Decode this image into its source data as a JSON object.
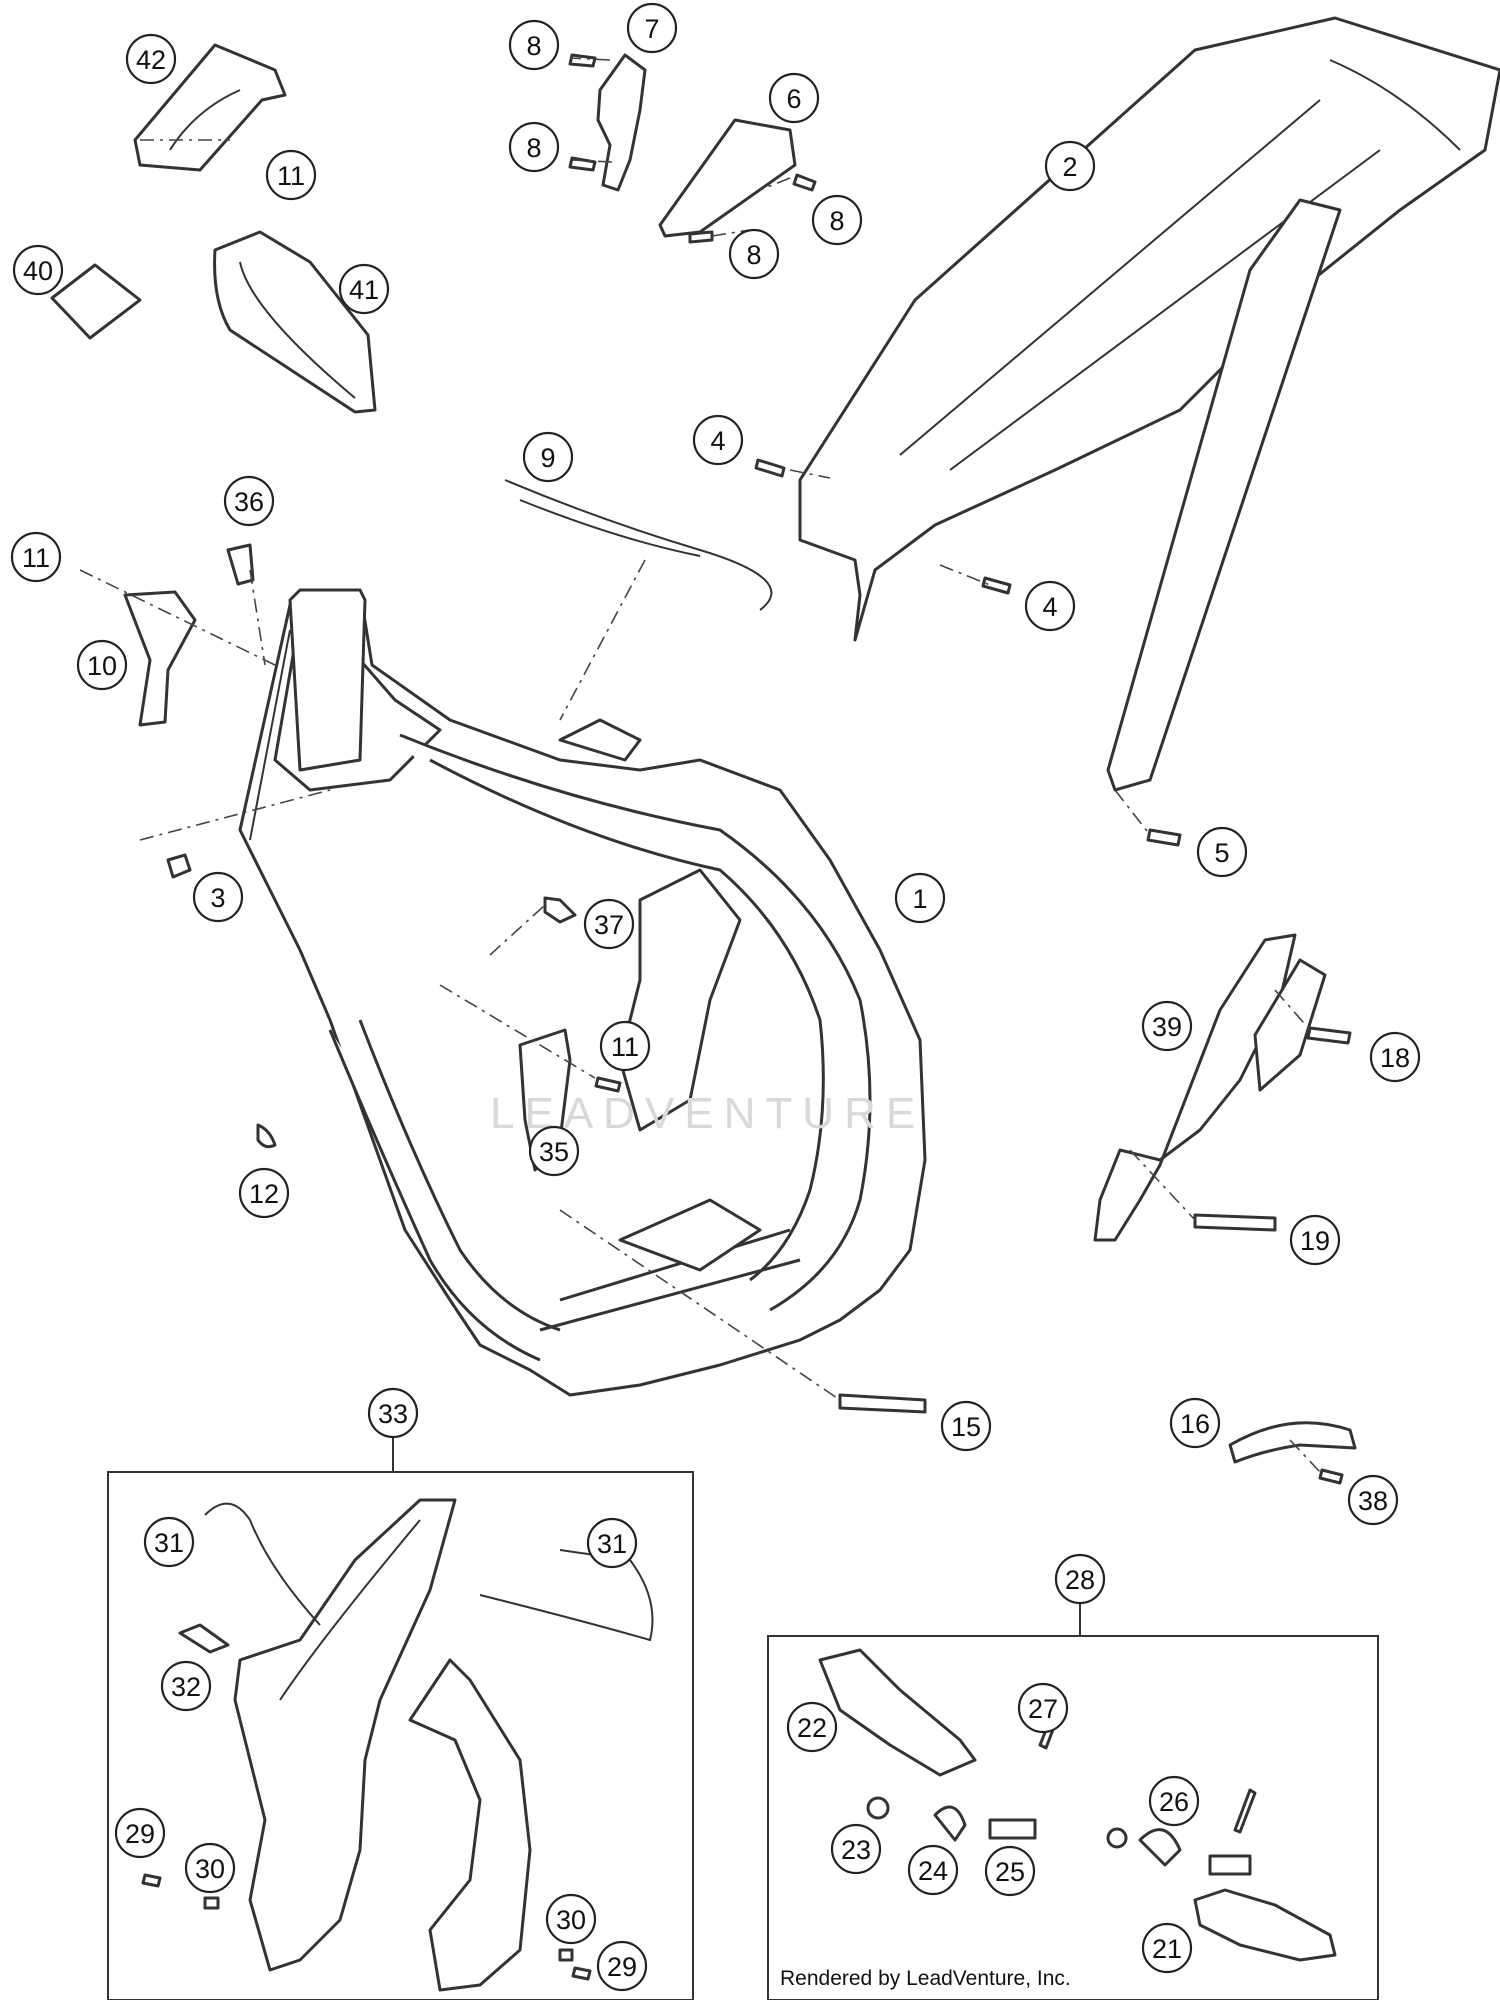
{
  "watermark": "LEADVENTURE",
  "credit": "Rendered by LeadVenture, Inc.",
  "callouts": [
    "1",
    "2",
    "3",
    "4",
    "4",
    "5",
    "6",
    "7",
    "8",
    "8",
    "8",
    "8",
    "9",
    "10",
    "11",
    "11",
    "11",
    "12",
    "15",
    "16",
    "18",
    "19",
    "21",
    "22",
    "23",
    "24",
    "25",
    "26",
    "27",
    "28",
    "29",
    "29",
    "30",
    "30",
    "31",
    "31",
    "32",
    "33",
    "35",
    "36",
    "37",
    "38",
    "39",
    "40",
    "41",
    "42"
  ]
}
